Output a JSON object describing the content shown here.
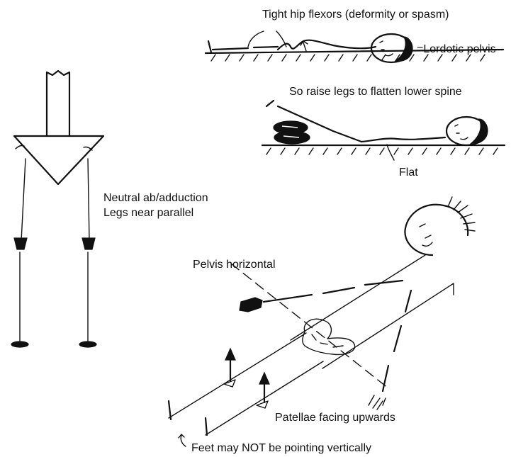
{
  "labels": {
    "tight_hip_flexors": "Tight hip flexors (deformity or spasm)",
    "lordotic_pelvis": "=Lordotic pelvis",
    "raise_legs": "So raise legs to flatten lower spine",
    "flat": "Flat",
    "neutral_ab": "Neutral ab/adduction",
    "legs_parallel": "Legs near parallel",
    "pelvis_horizontal": "Pelvis horizontal",
    "patellae": "Patellae facing upwards",
    "feet_note": "Feet may NOT be pointing vertically"
  }
}
